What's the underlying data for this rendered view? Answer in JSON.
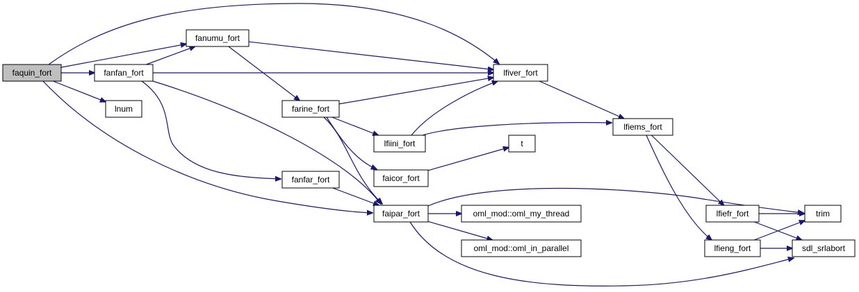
{
  "colors": {
    "edge": "#191970",
    "node_border": "#000000",
    "node_fill": "#ffffff",
    "root_fill": "#bfbfbf"
  },
  "nodes": [
    {
      "id": "faquin_fort",
      "label": "faquin_fort",
      "root": true
    },
    {
      "id": "fanumu_fort",
      "label": "fanumu_fort"
    },
    {
      "id": "fanfan_fort",
      "label": "fanfan_fort"
    },
    {
      "id": "lnum",
      "label": "lnum"
    },
    {
      "id": "farine_fort",
      "label": "farine_fort"
    },
    {
      "id": "lfiver_fort",
      "label": "lfiver_fort"
    },
    {
      "id": "lfiini_fort",
      "label": "lfiini_fort"
    },
    {
      "id": "lfiems_fort",
      "label": "lfiems_fort"
    },
    {
      "id": "t",
      "label": "t"
    },
    {
      "id": "faicor_fort",
      "label": "faicor_fort"
    },
    {
      "id": "fanfar_fort",
      "label": "fanfar_fort"
    },
    {
      "id": "faipar_fort",
      "label": "faipar_fort"
    },
    {
      "id": "oml_my_thread",
      "label": "oml_mod::oml_my_thread"
    },
    {
      "id": "oml_in_parallel",
      "label": "oml_mod::oml_in_parallel"
    },
    {
      "id": "lfiefr_fort",
      "label": "lfiefr_fort"
    },
    {
      "id": "lfieng_fort",
      "label": "lfieng_fort"
    },
    {
      "id": "trim",
      "label": "trim"
    },
    {
      "id": "sdl_srlabort",
      "label": "sdl_srlabort"
    }
  ],
  "edges": [
    {
      "from": "faquin_fort",
      "to": "fanumu_fort"
    },
    {
      "from": "faquin_fort",
      "to": "fanfan_fort"
    },
    {
      "from": "faquin_fort",
      "to": "lnum"
    },
    {
      "from": "faquin_fort",
      "to": "lfiver_fort"
    },
    {
      "from": "faquin_fort",
      "to": "faipar_fort"
    },
    {
      "from": "fanfan_fort",
      "to": "fanumu_fort"
    },
    {
      "from": "fanfan_fort",
      "to": "lfiver_fort"
    },
    {
      "from": "fanfan_fort",
      "to": "fanfar_fort"
    },
    {
      "from": "fanfan_fort",
      "to": "faipar_fort"
    },
    {
      "from": "fanumu_fort",
      "to": "lfiver_fort"
    },
    {
      "from": "fanumu_fort",
      "to": "farine_fort"
    },
    {
      "from": "farine_fort",
      "to": "lfiver_fort"
    },
    {
      "from": "farine_fort",
      "to": "lfiini_fort"
    },
    {
      "from": "farine_fort",
      "to": "faicor_fort"
    },
    {
      "from": "farine_fort",
      "to": "faipar_fort"
    },
    {
      "from": "lfiini_fort",
      "to": "lfiver_fort"
    },
    {
      "from": "lfiini_fort",
      "to": "lfiems_fort"
    },
    {
      "from": "faicor_fort",
      "to": "t"
    },
    {
      "from": "fanfar_fort",
      "to": "faipar_fort"
    },
    {
      "from": "faipar_fort",
      "to": "oml_my_thread"
    },
    {
      "from": "faipar_fort",
      "to": "oml_in_parallel"
    },
    {
      "from": "faipar_fort",
      "to": "trim"
    },
    {
      "from": "faipar_fort",
      "to": "sdl_srlabort"
    },
    {
      "from": "lfiver_fort",
      "to": "lfiems_fort"
    },
    {
      "from": "lfiems_fort",
      "to": "lfiefr_fort"
    },
    {
      "from": "lfiems_fort",
      "to": "lfieng_fort"
    },
    {
      "from": "lfiefr_fort",
      "to": "trim"
    },
    {
      "from": "lfiefr_fort",
      "to": "sdl_srlabort"
    },
    {
      "from": "lfieng_fort",
      "to": "trim"
    },
    {
      "from": "lfieng_fort",
      "to": "sdl_srlabort"
    }
  ]
}
